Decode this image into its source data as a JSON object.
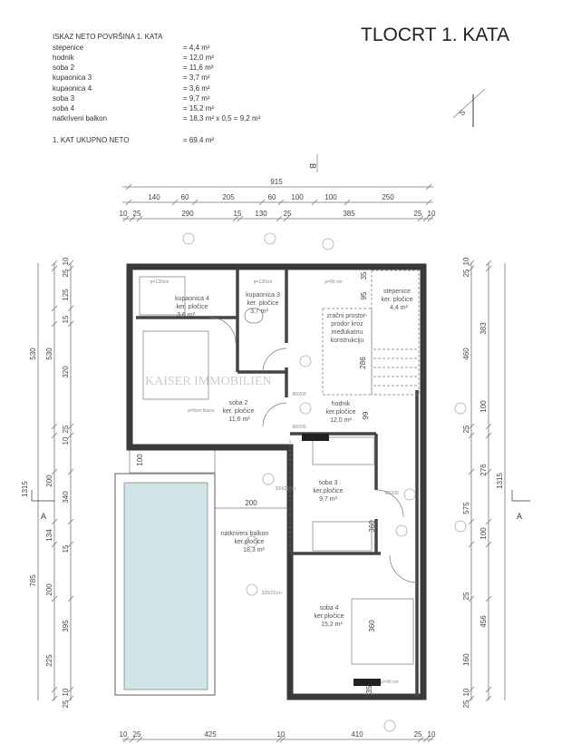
{
  "title": "TLOCRT 1. KATA",
  "area_table": {
    "heading": "ISKAZ NETO POVRŠINA 1. KATA",
    "rows": [
      {
        "room": "stepenice",
        "area": "= 4,4 m²"
      },
      {
        "room": "hodnik",
        "area": "= 12,0 m²"
      },
      {
        "room": "soba 2",
        "area": "= 11,6 m²"
      },
      {
        "room": "kupaonica 3",
        "area": "= 3,7 m²"
      },
      {
        "room": "kupaonica 4",
        "area": "= 3,6 m²"
      },
      {
        "room": "soba 3",
        "area": "= 9,7 m²"
      },
      {
        "room": "soba 4",
        "area": "= 15,2 m²"
      },
      {
        "room": "natkriveni balkon",
        "area": "= 18,3 m² x 0,5 = 9,2 m²"
      }
    ],
    "total": {
      "label": "1. KAT UKUPNO NETO",
      "area": "= 69.4 m²"
    }
  },
  "rooms": [
    {
      "name": "kupaonica 4",
      "finish": "ker. pločice",
      "area": "3,6 m²"
    },
    {
      "name": "kupaonica 3",
      "finish": "ker. pločice",
      "area": "3,7 m²"
    },
    {
      "name": "stepenice",
      "finish": "ker. pločice",
      "area": "4,4 m²"
    },
    {
      "name": "soba 2",
      "finish": "ker. pločice",
      "area": "11,6 m²"
    },
    {
      "name": "hodnik",
      "finish": "ker.pločice",
      "area": "12,0 m²"
    },
    {
      "name": "soba 3",
      "finish": "ker.pločice",
      "area": "9,7 m²"
    },
    {
      "name": "natkriveni balkon",
      "finish": "ker.pločice",
      "area": "18,3 m²"
    },
    {
      "name": "soba 4",
      "finish": "ker.pločice",
      "area": "15,2 m²"
    }
  ],
  "air_space": [
    "zračni prostor-",
    "prodor kroz",
    "međukatnu",
    "konstrukciju"
  ],
  "notes": {
    "window_sill_130": "p=130cm",
    "window_sill_90": "p=90 cm",
    "sliding_door": "p=0cm klizno",
    "door_90_200": "90/200",
    "door_200_210": "200/210+r"
  },
  "dims": {
    "top_total": "915",
    "top_row1": [
      "140",
      "60",
      "205",
      "60",
      "100",
      "100",
      "250"
    ],
    "top_row2": [
      "10",
      "25",
      "290",
      "15",
      "130",
      "25",
      "385",
      "25",
      "10"
    ],
    "bottom": [
      "10",
      "25",
      "425",
      "10",
      "410",
      "25",
      "10"
    ],
    "left_col1": [
      "530",
      "1315",
      "785"
    ],
    "left_col2": [
      "530",
      "200",
      "134",
      "200",
      "225"
    ],
    "left_col3": [
      "10",
      "25",
      "125",
      "15",
      "320",
      "25",
      "10",
      "340",
      "15",
      "395",
      "10",
      "25"
    ],
    "right_col1": [
      "10",
      "25",
      "460",
      "25",
      "575",
      "25",
      "160",
      "10",
      "25"
    ],
    "right_col2": [
      "383",
      "100",
      "276",
      "100",
      "456"
    ],
    "right_col3": [
      "1315"
    ],
    "interior": [
      "35",
      "95",
      "286",
      "99",
      "360",
      "360",
      "35",
      "200",
      "100"
    ]
  },
  "section_labels": {
    "left": "A",
    "right": "A",
    "top": "B",
    "north": "S"
  },
  "watermark": "KAISER IMMOBILIEN",
  "colors": {
    "pool": "#cfe5e8",
    "walls": "#3a3a3a"
  }
}
